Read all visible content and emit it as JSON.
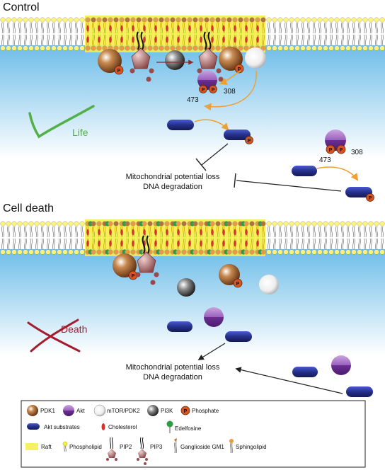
{
  "panels": [
    {
      "title": "Control",
      "site_labels": [
        "473",
        "308"
      ],
      "status_label": "Life",
      "effects": [
        "Mitochondrial potential loss",
        "DNA degradation"
      ],
      "free_site_labels": [
        "473",
        "308"
      ]
    },
    {
      "title": "Cell death",
      "status_label": "Death",
      "effects": [
        "Mitochondrial potential loss",
        "DNA degradation"
      ]
    }
  ],
  "legend": {
    "items": [
      {
        "icon": "pdk1-sphere-icon",
        "label": "PDK1"
      },
      {
        "icon": "akt-sphere-icon",
        "label": "Akt"
      },
      {
        "icon": "mtor-sphere-icon",
        "label": "mTOR/PDK2"
      },
      {
        "icon": "pi3k-sphere-icon",
        "label": "PI3K"
      },
      {
        "icon": "phosphate-icon",
        "label": "Phosphate"
      },
      {
        "icon": "akt-substrate-icon",
        "label": "Akt substrates"
      },
      {
        "icon": "cholesterol-icon",
        "label": "Cholesterol"
      },
      {
        "icon": "edelfosine-icon",
        "label": "Edelfosine"
      },
      {
        "icon": "raft-icon",
        "label": "Raft"
      },
      {
        "icon": "phospholipid-icon",
        "label": "Phospholipid"
      },
      {
        "icon": "pip2-icon",
        "label": "PIP2"
      },
      {
        "icon": "pip3-icon",
        "label": "PIP3"
      },
      {
        "icon": "ganglioside-icon",
        "label": "Ganglioside GM1"
      },
      {
        "icon": "sphingolipid-icon",
        "label": "Sphingolipid"
      }
    ],
    "phosphate_letter": "P"
  },
  "colors": {
    "cytoplasm": "#7fc4ec",
    "raft": "#f3ee4a",
    "life_green": "#52b046",
    "death_red": "#a51c30",
    "arrow_orange": "#f0a030",
    "akt_purple": "#7b3fa0",
    "pdk1_brown": "#9a5a24",
    "substrate_blue": "#25308a",
    "phosphate_orange": "#d9541e",
    "edelfosine_green": "#2e9b45",
    "cholesterol_red": "#d6342a"
  }
}
